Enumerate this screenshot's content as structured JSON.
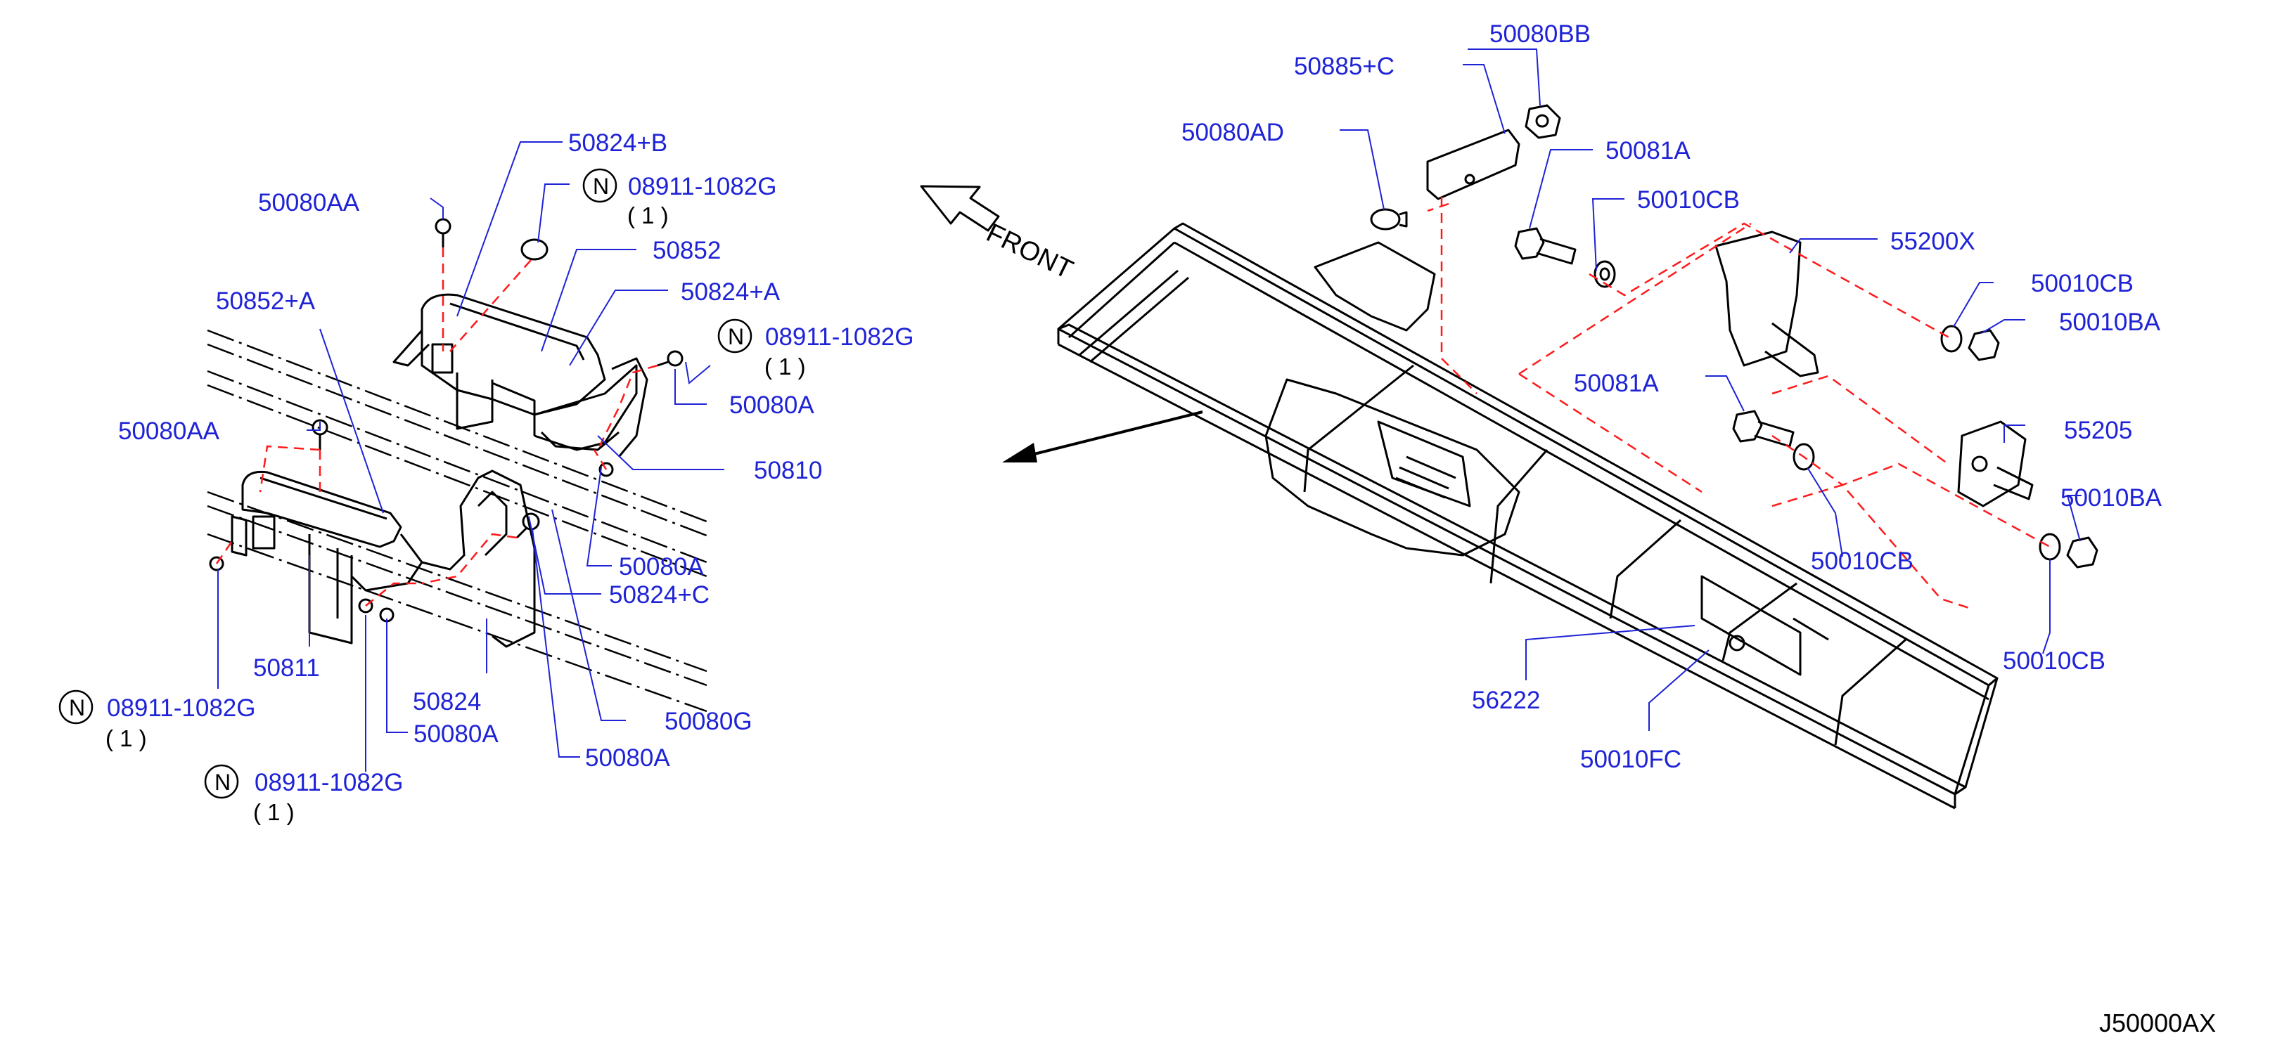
{
  "colors": {
    "label": "#1f23d6",
    "leader": "#1f23d6",
    "dashed_guide": "#ff1a1a",
    "drawing": "#000000",
    "background": "#ffffff"
  },
  "direction": {
    "label": "FRONT"
  },
  "diagram_code": "J50000AX",
  "left_assembly": {
    "labels": [
      {
        "id": "l-50824b",
        "text": "50824+B"
      },
      {
        "id": "l-08911-top",
        "text": "08911-1082G",
        "qty": "( 1 )",
        "marker": "N"
      },
      {
        "id": "l-50080aa-top",
        "text": "50080AA"
      },
      {
        "id": "l-50852",
        "text": "50852"
      },
      {
        "id": "l-50824a",
        "text": "50824+A"
      },
      {
        "id": "l-50852a",
        "text": "50852+A"
      },
      {
        "id": "l-08911-right",
        "text": "08911-1082G",
        "qty": "( 1 )",
        "marker": "N"
      },
      {
        "id": "l-50080a-r1",
        "text": "50080A"
      },
      {
        "id": "l-50080aa-mid",
        "text": "50080AA"
      },
      {
        "id": "l-50810",
        "text": "50810"
      },
      {
        "id": "l-50080a-r2",
        "text": "50080A"
      },
      {
        "id": "l-50824c",
        "text": "50824+C"
      },
      {
        "id": "l-50811",
        "text": "50811"
      },
      {
        "id": "l-50824",
        "text": "50824"
      },
      {
        "id": "l-08911-bl1",
        "text": "08911-1082G",
        "qty": "( 1 )",
        "marker": "N"
      },
      {
        "id": "l-50080a-b1",
        "text": "50080A"
      },
      {
        "id": "l-50080g",
        "text": "50080G"
      },
      {
        "id": "l-50080a-b2",
        "text": "50080A"
      },
      {
        "id": "l-08911-bl2",
        "text": "08911-1082G",
        "qty": "( 1 )",
        "marker": "N"
      }
    ]
  },
  "right_assembly": {
    "labels": [
      {
        "id": "r-50080bb",
        "text": "50080BB"
      },
      {
        "id": "r-50885c",
        "text": "50885+C"
      },
      {
        "id": "r-50080ad",
        "text": "50080AD"
      },
      {
        "id": "r-50081a-top",
        "text": "50081A"
      },
      {
        "id": "r-50010cb-top",
        "text": "50010CB"
      },
      {
        "id": "r-55200x",
        "text": "55200X"
      },
      {
        "id": "r-50010cb-r",
        "text": "50010CB"
      },
      {
        "id": "r-50010ba-r",
        "text": "50010BA"
      },
      {
        "id": "r-50081a-mid",
        "text": "50081A"
      },
      {
        "id": "r-55205",
        "text": "55205"
      },
      {
        "id": "r-50010ba-b",
        "text": "50010BA"
      },
      {
        "id": "r-50010cb-mid",
        "text": "50010CB"
      },
      {
        "id": "r-50010cb-b",
        "text": "50010CB"
      },
      {
        "id": "r-56222",
        "text": "56222"
      },
      {
        "id": "r-50010fc",
        "text": "50010FC"
      }
    ]
  }
}
